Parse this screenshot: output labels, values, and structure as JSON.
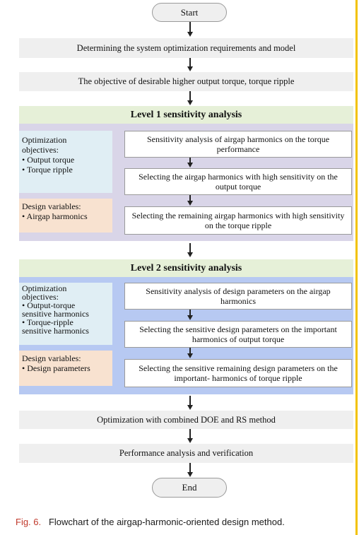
{
  "flow": {
    "start": "Start",
    "step1": "Determining the system optimization requirements and model",
    "step2": "The objective of desirable higher output torque, torque ripple",
    "level1": {
      "title": "Level 1 sensitivity analysis",
      "objectives": [
        "Optimization",
        "objectives:",
        "• Output torque",
        "• Torque ripple"
      ],
      "variables": [
        "Design variables:",
        "• Airgap harmonics"
      ],
      "boxes": [
        "Sensitivity analysis of airgap harmonics on the torque performance",
        "Selecting the airgap harmonics with high sensitivity on the output torque",
        "Selecting the remaining airgap harmonics with high sensitivity on the torque ripple"
      ]
    },
    "level2": {
      "title": "Level 2 sensitivity analysis",
      "objectives": [
        "Optimization",
        "objectives:",
        "• Output-torque",
        "sensitive harmonics",
        "• Torque-ripple",
        "sensitive harmonics"
      ],
      "variables": [
        "Design variables:",
        "• Design parameters"
      ],
      "boxes": [
        "Sensitivity analysis of design parameters on the airgap harmonics",
        "Selecting the sensitive design parameters on the important harmonics of output torque",
        "Selecting the sensitive remaining design parameters on the important- harmonics of torque ripple"
      ]
    },
    "step3": "Optimization with combined DOE and RS method",
    "step4": "Performance analysis and verification",
    "end": "End"
  },
  "caption": {
    "label": "Fig. 6.",
    "text": "Flowchart of the airgap-harmonic-oriented design method."
  },
  "colors": {
    "bar": "#efefef",
    "section_head": "#e6f0d8",
    "panel1": "#d9d5e8",
    "panel2": "#b7c9f2",
    "objectives_box": "#e0eef4",
    "variables_box": "#f8e2d0",
    "caption_label": "#c0392b",
    "right_rule": "#f2c200"
  }
}
